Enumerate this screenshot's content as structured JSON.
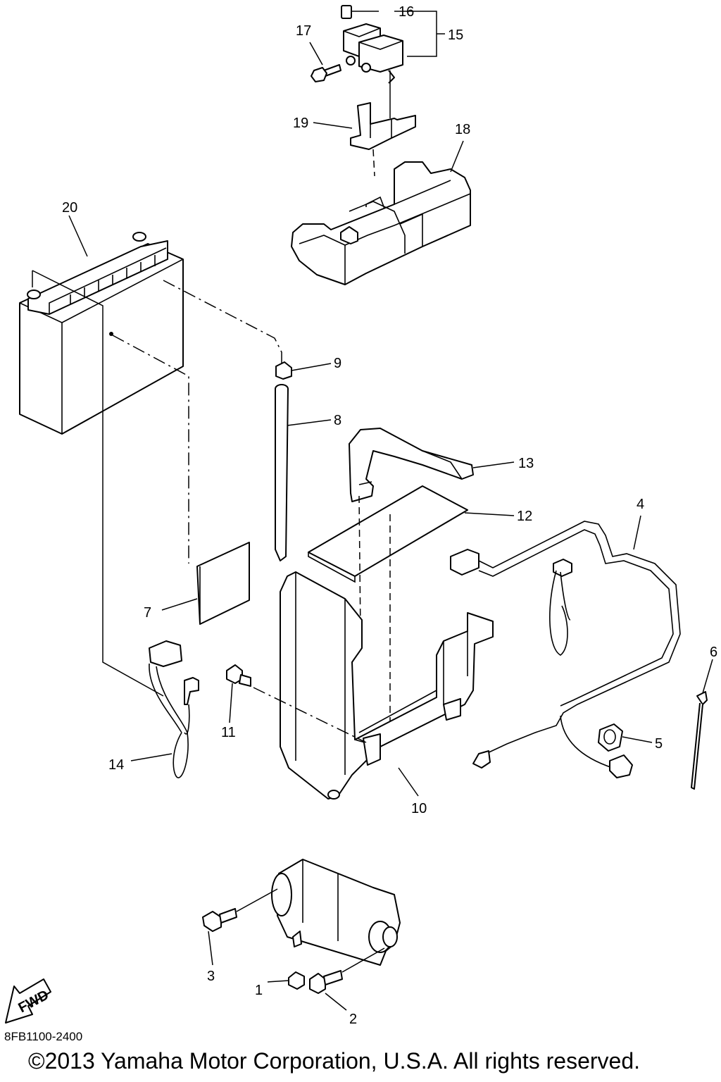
{
  "callouts": {
    "c1": "1",
    "c2": "2",
    "c3": "3",
    "c4": "4",
    "c5": "5",
    "c6": "6",
    "c7": "7",
    "c8": "8",
    "c9": "9",
    "c10": "10",
    "c11": "11",
    "c12": "12",
    "c13": "13",
    "c14": "14",
    "c15": "15",
    "c16": "16",
    "c17": "17",
    "c18": "18",
    "c19": "19",
    "c20": "20"
  },
  "fwd_label": "FWD",
  "diagram_code": "8FB1100-2400",
  "copyright": "©2013 Yamaha Motor Corporation, U.S.A. All rights reserved."
}
